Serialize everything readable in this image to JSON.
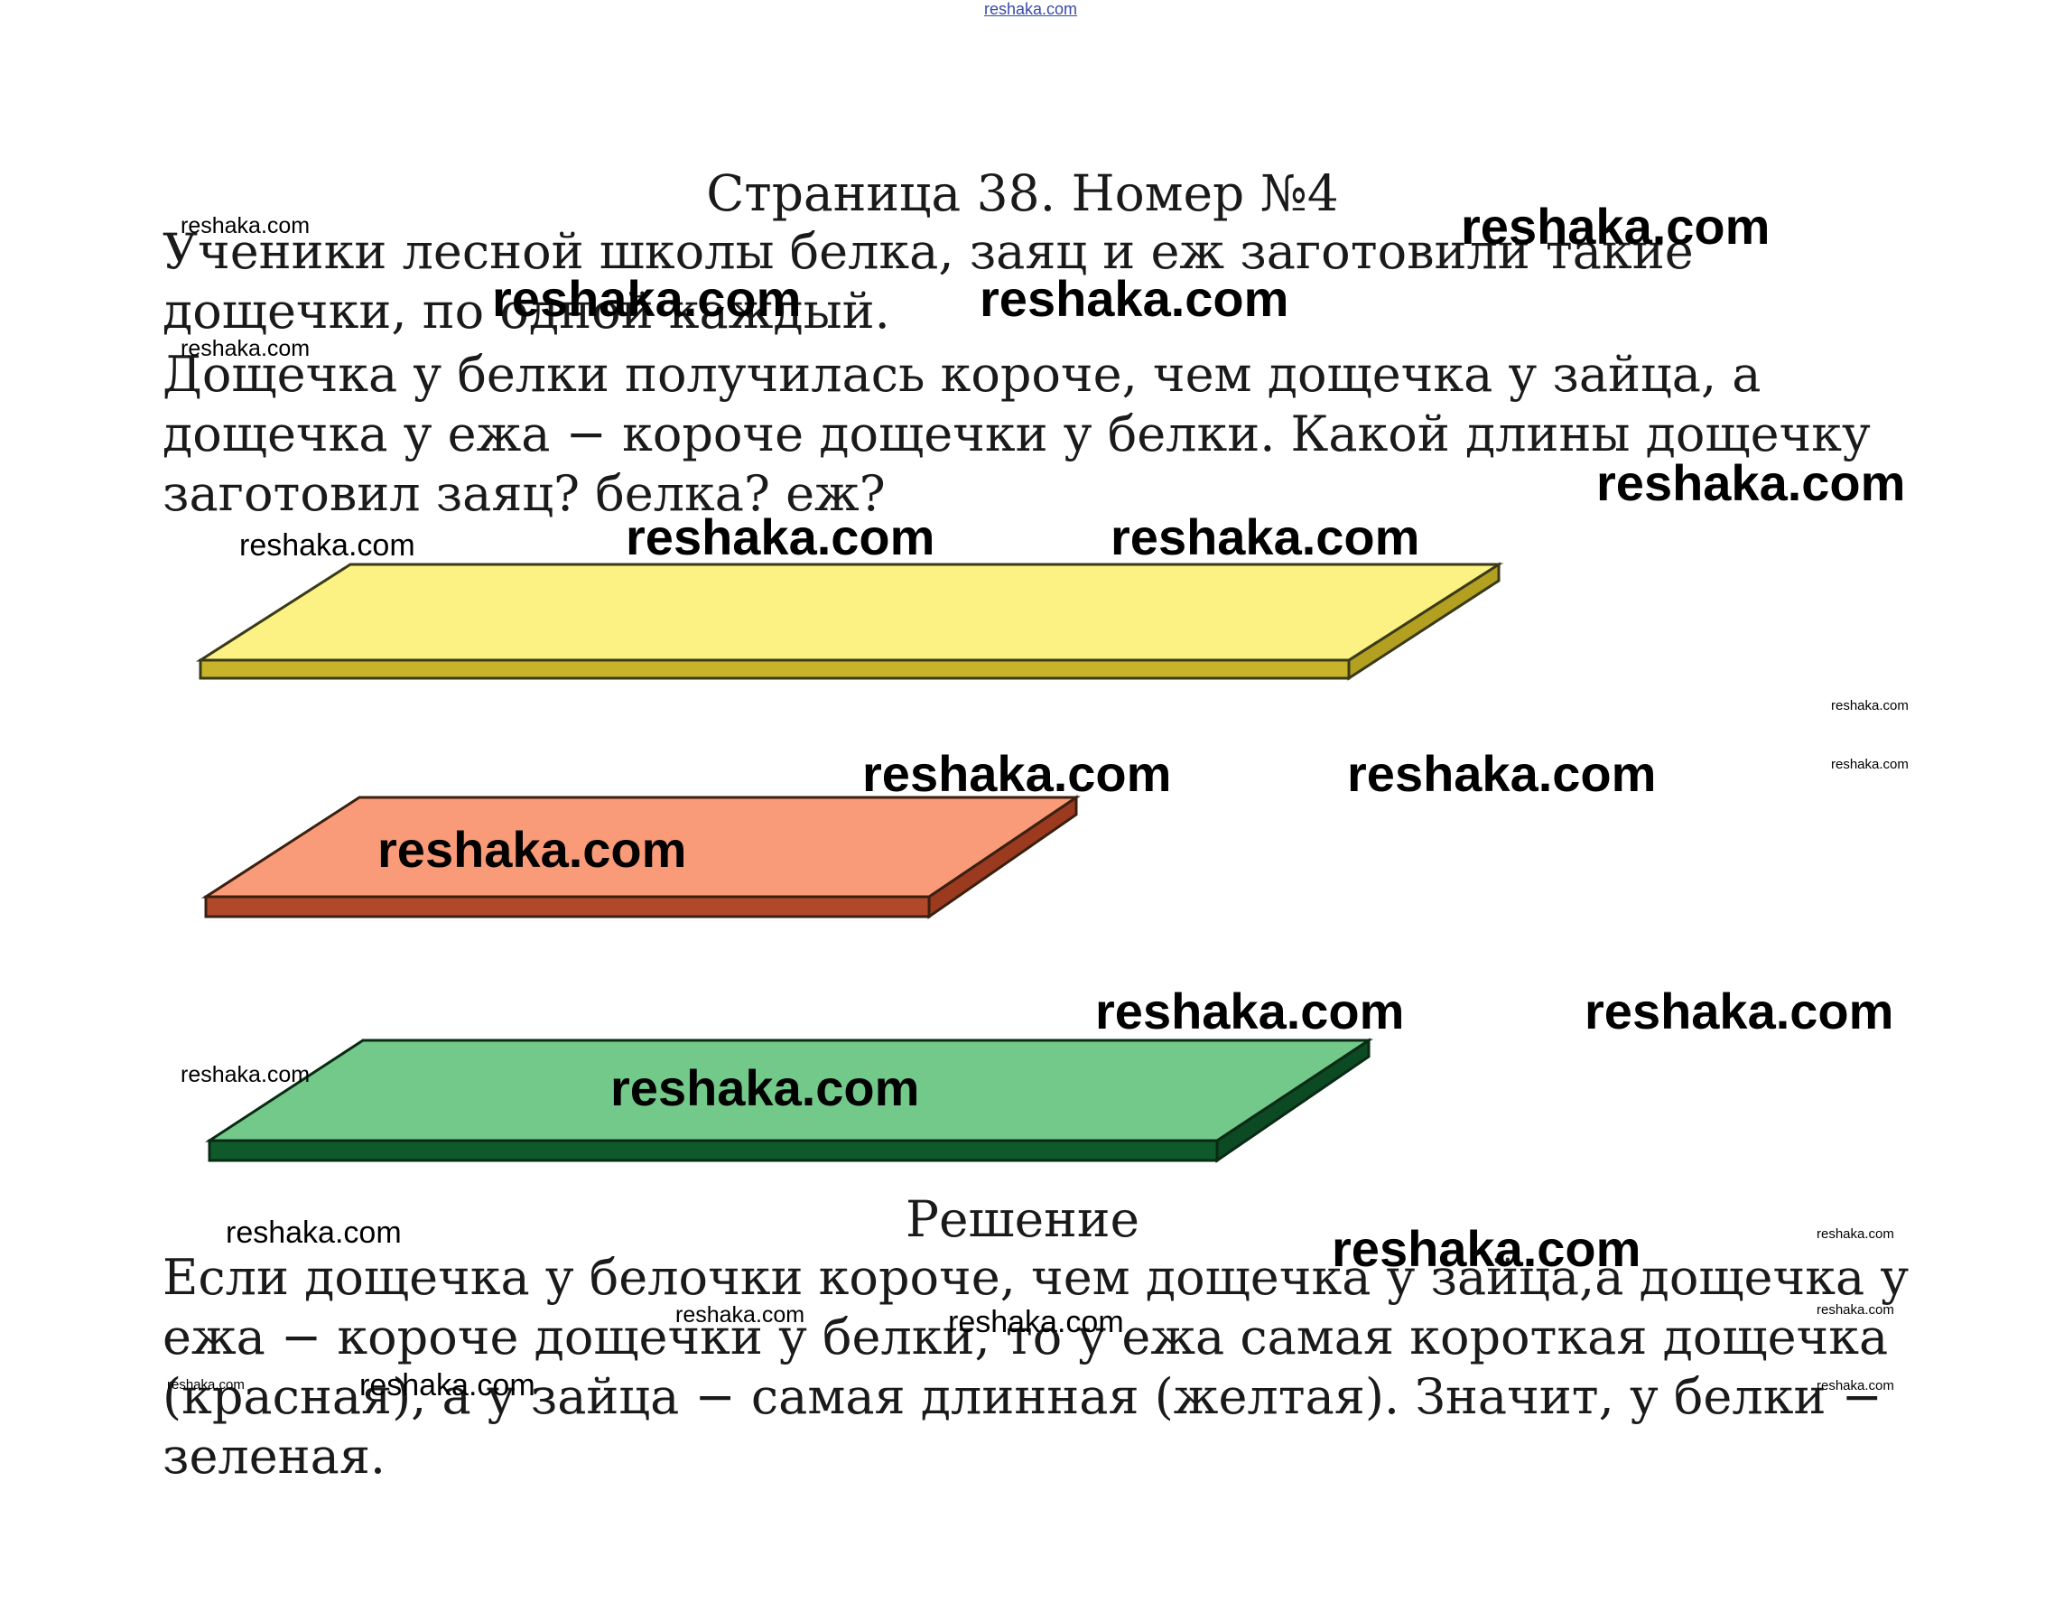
{
  "header": {
    "site_link": "reshaka.com"
  },
  "title": "Страница 38. Номер №4",
  "problem": {
    "paragraph1": "Ученики лесной школы белка, заяц и еж заготовили такие дощечки, по одной каждый.",
    "paragraph2": "Дощечка у белки получилась короче, чем дощечка у зайца, а дощечка у ежа − короче дощечки у белки. Какой длины дощечку заготовил заяц? белка? еж?"
  },
  "boards": [
    {
      "color": "yellow",
      "top": "#fbf283",
      "edge": "#c8b42a"
    },
    {
      "color": "red",
      "top": "#f99b79",
      "edge": "#b2482a"
    },
    {
      "color": "green",
      "top": "#72c98a",
      "edge": "#0e5a2a"
    }
  ],
  "solution": {
    "title": "Решение",
    "text": "Если дощечка у белочки короче, чем дощечка у зайца,а дощечка у ежа − короче дощечки у белки, то у ежа самая короткая дощечка (красная), а у зайца − самая длинная (желтая). Значит, у белки − зеленая."
  },
  "watermark": "reshaka.com"
}
